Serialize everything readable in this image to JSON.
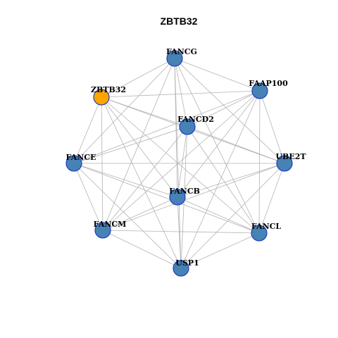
{
  "title": "ZBTB32",
  "colors": {
    "query_node": "#ffa500",
    "node": "#4682b4",
    "node_border": "#1f3fbf",
    "edge": "#b3b3b3"
  },
  "nodes": [
    {
      "id": "FANCG",
      "label": "FANCG",
      "type": "partner"
    },
    {
      "id": "ZBTB32",
      "label": "ZBTB32",
      "type": "query"
    },
    {
      "id": "FAAP100",
      "label": "FAAP100",
      "type": "partner"
    },
    {
      "id": "FANCD2",
      "label": "FANCD2",
      "type": "partner"
    },
    {
      "id": "FANCE",
      "label": "FANCE",
      "type": "partner"
    },
    {
      "id": "UBE2T",
      "label": "UBE2T",
      "type": "partner"
    },
    {
      "id": "FANCB",
      "label": "FANCB",
      "type": "partner"
    },
    {
      "id": "FANCM",
      "label": "FANCM",
      "type": "partner"
    },
    {
      "id": "FANCL",
      "label": "FANCL",
      "type": "partner"
    },
    {
      "id": "USP1",
      "label": "USP1",
      "type": "partner"
    }
  ],
  "edges": [
    [
      "FANCG",
      "FAAP100"
    ],
    [
      "FANCG",
      "ZBTB32"
    ],
    [
      "FANCG",
      "FANCD2"
    ],
    [
      "FANCG",
      "FANCE"
    ],
    [
      "FANCG",
      "UBE2T"
    ],
    [
      "FANCG",
      "FANCB"
    ],
    [
      "FANCG",
      "FANCM"
    ],
    [
      "FANCG",
      "FANCL"
    ],
    [
      "FANCG",
      "USP1"
    ],
    [
      "ZBTB32",
      "FAAP100"
    ],
    [
      "ZBTB32",
      "FANCD2"
    ],
    [
      "ZBTB32",
      "FANCE"
    ],
    [
      "ZBTB32",
      "UBE2T"
    ],
    [
      "ZBTB32",
      "FANCB"
    ],
    [
      "ZBTB32",
      "FANCM"
    ],
    [
      "ZBTB32",
      "FANCL"
    ],
    [
      "ZBTB32",
      "USP1"
    ],
    [
      "FAAP100",
      "FANCD2"
    ],
    [
      "FAAP100",
      "FANCE"
    ],
    [
      "FAAP100",
      "UBE2T"
    ],
    [
      "FAAP100",
      "FANCB"
    ],
    [
      "FAAP100",
      "FANCM"
    ],
    [
      "FAAP100",
      "FANCL"
    ],
    [
      "FAAP100",
      "USP1"
    ],
    [
      "FANCD2",
      "FANCE"
    ],
    [
      "FANCD2",
      "UBE2T"
    ],
    [
      "FANCD2",
      "FANCB"
    ],
    [
      "FANCD2",
      "FANCM"
    ],
    [
      "FANCD2",
      "FANCL"
    ],
    [
      "FANCD2",
      "USP1"
    ],
    [
      "FANCE",
      "UBE2T"
    ],
    [
      "FANCE",
      "FANCB"
    ],
    [
      "FANCE",
      "FANCM"
    ],
    [
      "FANCE",
      "FANCL"
    ],
    [
      "FANCE",
      "USP1"
    ],
    [
      "UBE2T",
      "FANCB"
    ],
    [
      "UBE2T",
      "FANCM"
    ],
    [
      "UBE2T",
      "FANCL"
    ],
    [
      "UBE2T",
      "USP1"
    ],
    [
      "FANCB",
      "FANCM"
    ],
    [
      "FANCB",
      "FANCL"
    ],
    [
      "FANCB",
      "USP1"
    ],
    [
      "FANCM",
      "FANCL"
    ],
    [
      "FANCM",
      "USP1"
    ],
    [
      "FANCL",
      "USP1"
    ]
  ]
}
